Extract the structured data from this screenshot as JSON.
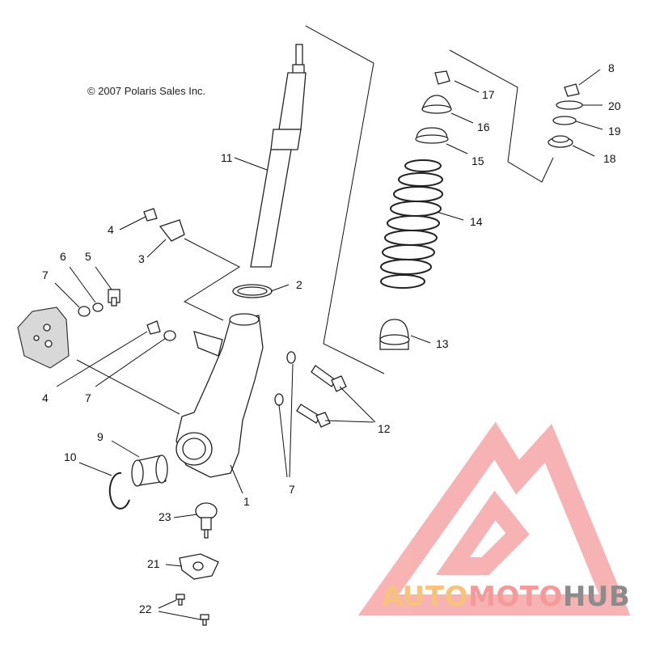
{
  "copyright": "© 2007 Polaris Sales Inc.",
  "callouts": [
    "1",
    "2",
    "3",
    "4",
    "5",
    "6",
    "7",
    "8",
    "9",
    "10",
    "11",
    "12",
    "13",
    "14",
    "15",
    "16",
    "17",
    "18",
    "19",
    "20",
    "21",
    "22",
    "23"
  ],
  "callout_extra": [
    "4",
    "7",
    "7"
  ],
  "watermark": {
    "part1": "AUTO",
    "part2": "MOTO",
    "part3": "HUB",
    "colors": {
      "auto": "#f7c27a",
      "moto": "#f59a9a",
      "hub": "#8c8c8c",
      "logo": "#f59a9a"
    }
  }
}
